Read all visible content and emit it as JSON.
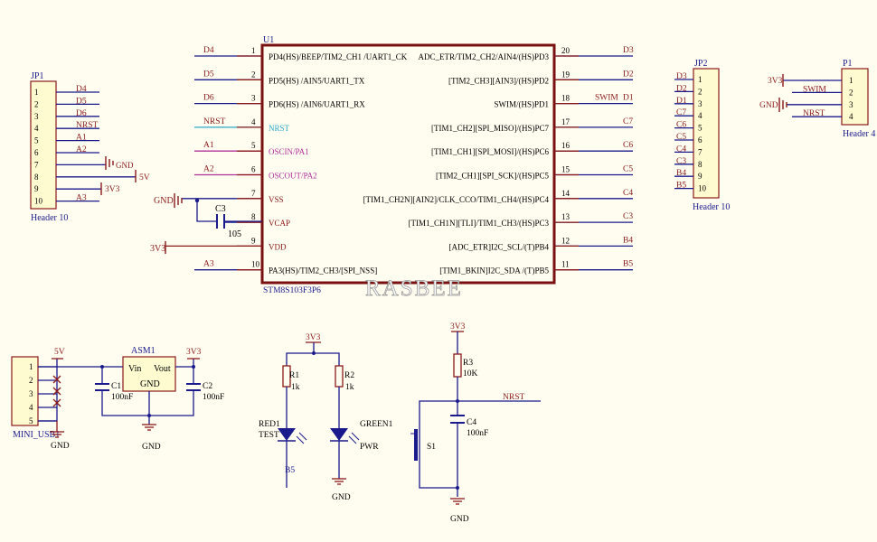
{
  "jp1": {
    "ref": "JP1",
    "value": "Header 10",
    "pins": [
      "1",
      "2",
      "3",
      "4",
      "5",
      "6",
      "7",
      "8",
      "9",
      "10"
    ],
    "nets": [
      "D4",
      "D5",
      "D6",
      "NRST",
      "A1",
      "A2",
      "GND",
      "5V",
      "3V3",
      "A3"
    ]
  },
  "jp2": {
    "ref": "JP2",
    "value": "Header 10",
    "pins": [
      "1",
      "2",
      "3",
      "4",
      "5",
      "6",
      "7",
      "8",
      "9",
      "10"
    ],
    "nets": [
      "D3",
      "D2",
      "D1",
      "C7",
      "C6",
      "C5",
      "C4",
      "C3",
      "B4",
      "B5"
    ]
  },
  "p1": {
    "ref": "P1",
    "value": "Header 4",
    "pins": [
      "1",
      "2",
      "3",
      "4"
    ],
    "nets": [
      "3V3",
      "SWIM",
      "GND",
      "NRST"
    ]
  },
  "u1": {
    "ref": "U1",
    "part": "STM8S103F3P6",
    "left": [
      {
        "num": "1",
        "name": "PD4(HS)/BEEP/TIM2_CH1 /UART1_CK",
        "net": "D4"
      },
      {
        "num": "2",
        "name": "PD5(HS) /AIN5/UART1_TX",
        "net": "D5"
      },
      {
        "num": "3",
        "name": "PD6(HS) /AIN6/UART1_RX",
        "net": "D6"
      },
      {
        "num": "4",
        "name": "NRST",
        "net": "NRST"
      },
      {
        "num": "5",
        "name": "OSCIN/PA1",
        "net": "A1"
      },
      {
        "num": "6",
        "name": "OSCOUT/PA2",
        "net": "A2"
      },
      {
        "num": "7",
        "name": "VSS",
        "net": "GND"
      },
      {
        "num": "8",
        "name": "VCAP",
        "net": ""
      },
      {
        "num": "9",
        "name": "VDD",
        "net": "3V3"
      },
      {
        "num": "10",
        "name": "PA3(HS)/TIM2_CH3/[SPI_NSS]",
        "net": "A3"
      }
    ],
    "right": [
      {
        "num": "20",
        "name": "ADC_ETR/TIM2_CH2/AIN4/(HS)PD3",
        "net": "D3"
      },
      {
        "num": "19",
        "name": "[TIM2_CH3][AIN3]/(HS)PD2",
        "net": "D2"
      },
      {
        "num": "18",
        "name": "SWIM/(HS)PD1",
        "net": "D1"
      },
      {
        "num": "17",
        "name": "[TIM1_CH2][SPI_MISO]/(HS)PC7",
        "net": "C7"
      },
      {
        "num": "16",
        "name": "[TIM1_CH1][SPI_MOSI]/(HS)PC6",
        "net": "C6"
      },
      {
        "num": "15",
        "name": "[TIM2_CH1][SPI_SCK]/(HS)PC5",
        "net": "C5"
      },
      {
        "num": "14",
        "name": "[TIM1_CH2N][AIN2]/CLK_CCO/TIM1_CH4/(HS)PC4",
        "net": "C4"
      },
      {
        "num": "13",
        "name": "[TIM1_CH1N][TLI]/TIM1_CH3/(HS)PC3",
        "net": "C3"
      },
      {
        "num": "12",
        "name": "[ADC_ETR]I2C_SCL/(T)PB4",
        "net": "B4"
      },
      {
        "num": "11",
        "name": "[TIM1_BKIN]I2C_SDA /(T)PB5",
        "net": "B5"
      }
    ]
  },
  "swim_label": "SWIM",
  "c3": {
    "ref": "C3",
    "value": "105"
  },
  "asm1": {
    "ref": "ASM1",
    "vin": "Vin",
    "vout": "Vout",
    "gnd": "GND"
  },
  "usb": {
    "ref": "MINI_USB1",
    "pins": [
      "1",
      "2",
      "3",
      "4",
      "5"
    ]
  },
  "c1": {
    "ref": "C1",
    "value": "100nF"
  },
  "c2": {
    "ref": "C2",
    "value": "100nF"
  },
  "r1": {
    "ref": "R1",
    "value": "1k"
  },
  "r2": {
    "ref": "R2",
    "value": "1k"
  },
  "r3": {
    "ref": "R3",
    "value": "10K"
  },
  "c4": {
    "ref": "C4",
    "value": "100nF"
  },
  "led1": {
    "ref": "RED1",
    "label": "TEST"
  },
  "led2": {
    "ref": "GREEN1",
    "label": "PWR"
  },
  "s1": {
    "ref": "S1"
  },
  "nets": {
    "gnd": "GND",
    "v33": "3V3",
    "v5": "5V",
    "nrst": "NRST",
    "b5": "B5"
  },
  "watermark": "RASBEE"
}
